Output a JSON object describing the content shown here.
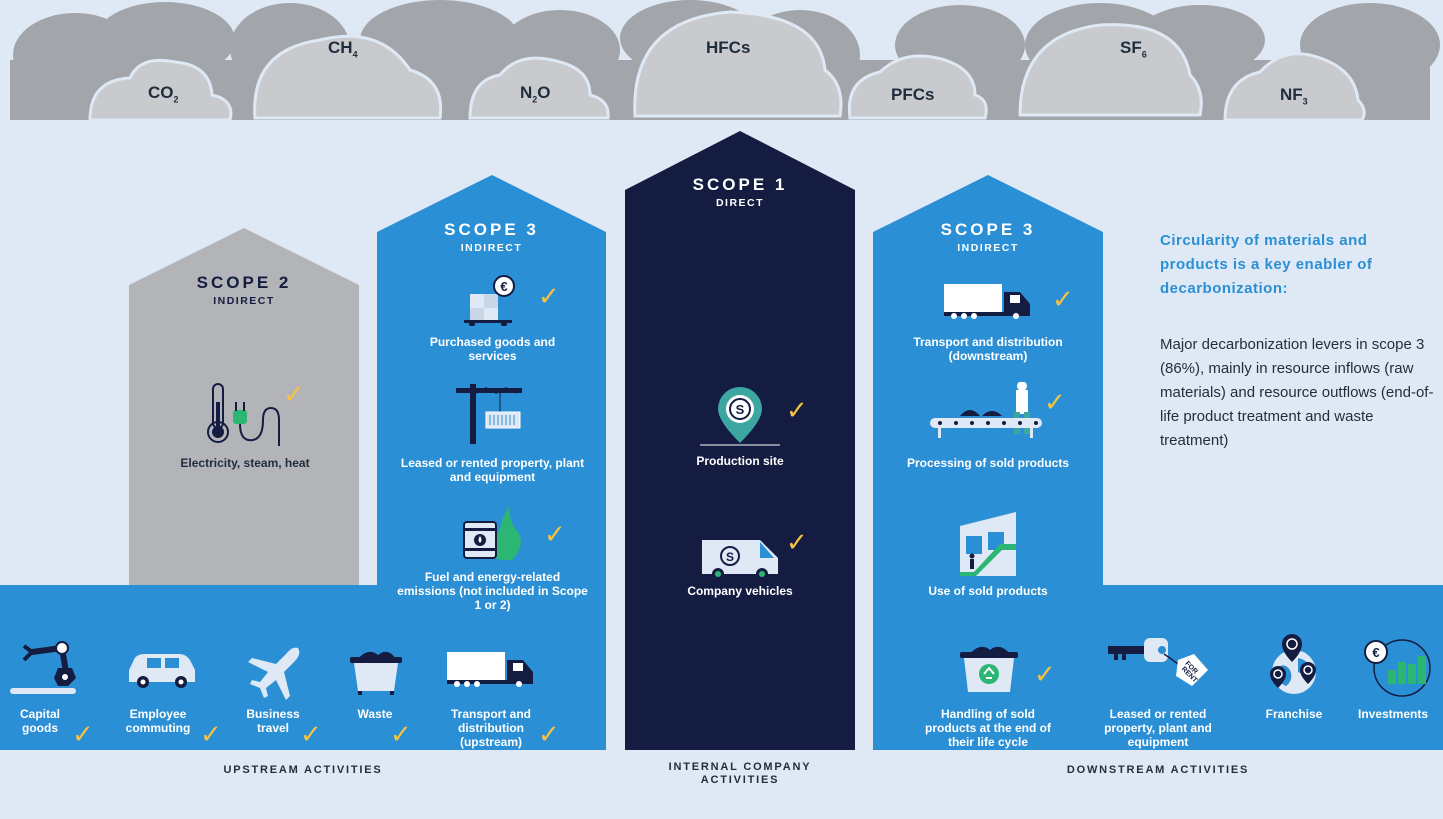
{
  "gases": [
    {
      "main": "CO",
      "sub": "2"
    },
    {
      "main": "CH",
      "sub": "4"
    },
    {
      "main": "N",
      "sub": "2",
      "tail": "O"
    },
    {
      "main": "HFCs",
      "sub": ""
    },
    {
      "main": "PFCs",
      "sub": ""
    },
    {
      "main": "SF",
      "sub": "6"
    },
    {
      "main": "NF",
      "sub": "3"
    }
  ],
  "scope2": {
    "title": "SCOPE 2",
    "sub": "INDIRECT",
    "items": [
      {
        "label": "Electricity, steam, heat",
        "icon": "thermometer-plug-icon"
      }
    ]
  },
  "scope3_up": {
    "title": "SCOPE 3",
    "sub": "INDIRECT",
    "items": [
      {
        "label": "Purchased goods and services",
        "icon": "goods-cart-icon"
      },
      {
        "label": "Leased or rented property, plant and equipment",
        "icon": "crane-icon"
      },
      {
        "label": "Fuel and energy-related emissions (not included in Scope 1 or 2)",
        "icon": "fuel-barrel-icon"
      }
    ]
  },
  "scope1": {
    "title": "SCOPE 1",
    "sub": "DIRECT",
    "items": [
      {
        "label": "Production site",
        "icon": "location-pin-icon"
      },
      {
        "label": "Company vehicles",
        "icon": "van-icon"
      }
    ]
  },
  "scope3_down": {
    "title": "SCOPE 3",
    "sub": "INDIRECT",
    "items": [
      {
        "label": "Transport and distribution (downstream)",
        "icon": "truck-icon"
      },
      {
        "label": "Processing of sold products",
        "icon": "conveyor-icon"
      },
      {
        "label": "Use of sold products",
        "icon": "escalator-icon"
      }
    ]
  },
  "upstream_row": [
    {
      "label": "Capital goods",
      "icon": "robot-arm-icon"
    },
    {
      "label": "Employee commuting",
      "icon": "car-icon"
    },
    {
      "label": "Business travel",
      "icon": "airplane-icon"
    },
    {
      "label": "Waste",
      "icon": "waste-bin-icon"
    },
    {
      "label": "Transport and distribution (upstream)",
      "icon": "truck-icon"
    }
  ],
  "downstream_row": [
    {
      "label": "Handling of sold products at the end of their life cycle",
      "icon": "recycle-bin-icon"
    },
    {
      "label": "Leased or rented property, plant and equipment",
      "icon": "key-tag-icon"
    },
    {
      "label": "Franchise",
      "icon": "globe-pins-icon"
    },
    {
      "label": "Investments",
      "icon": "investment-chart-icon"
    }
  ],
  "tags": {
    "for_rent_1": "FOR",
    "for_rent_2": "RENT"
  },
  "footer": {
    "upstream": "UPSTREAM ACTIVITIES",
    "internal_1": "INTERNAL COMPANY",
    "internal_2": "ACTIVITIES",
    "downstream": "DOWNSTREAM ACTIVITIES"
  },
  "sidebar": {
    "title": "Circularity of materials and products is a key enabler of decarbonization:",
    "body": "Major decarbonization levers in scope 3 (86%), mainly in resource inflows (raw materials) and resource outflows (end-of-life product treatment and waste treatment)"
  },
  "colors": {
    "bg": "#dfe9f5",
    "blue": "#2a8fd4",
    "navy": "#141c42",
    "gray": "#b3b4b7",
    "cloud_dark": "#a2a5aa",
    "cloud_light": "#c8cacd",
    "check": "#f5c342"
  }
}
